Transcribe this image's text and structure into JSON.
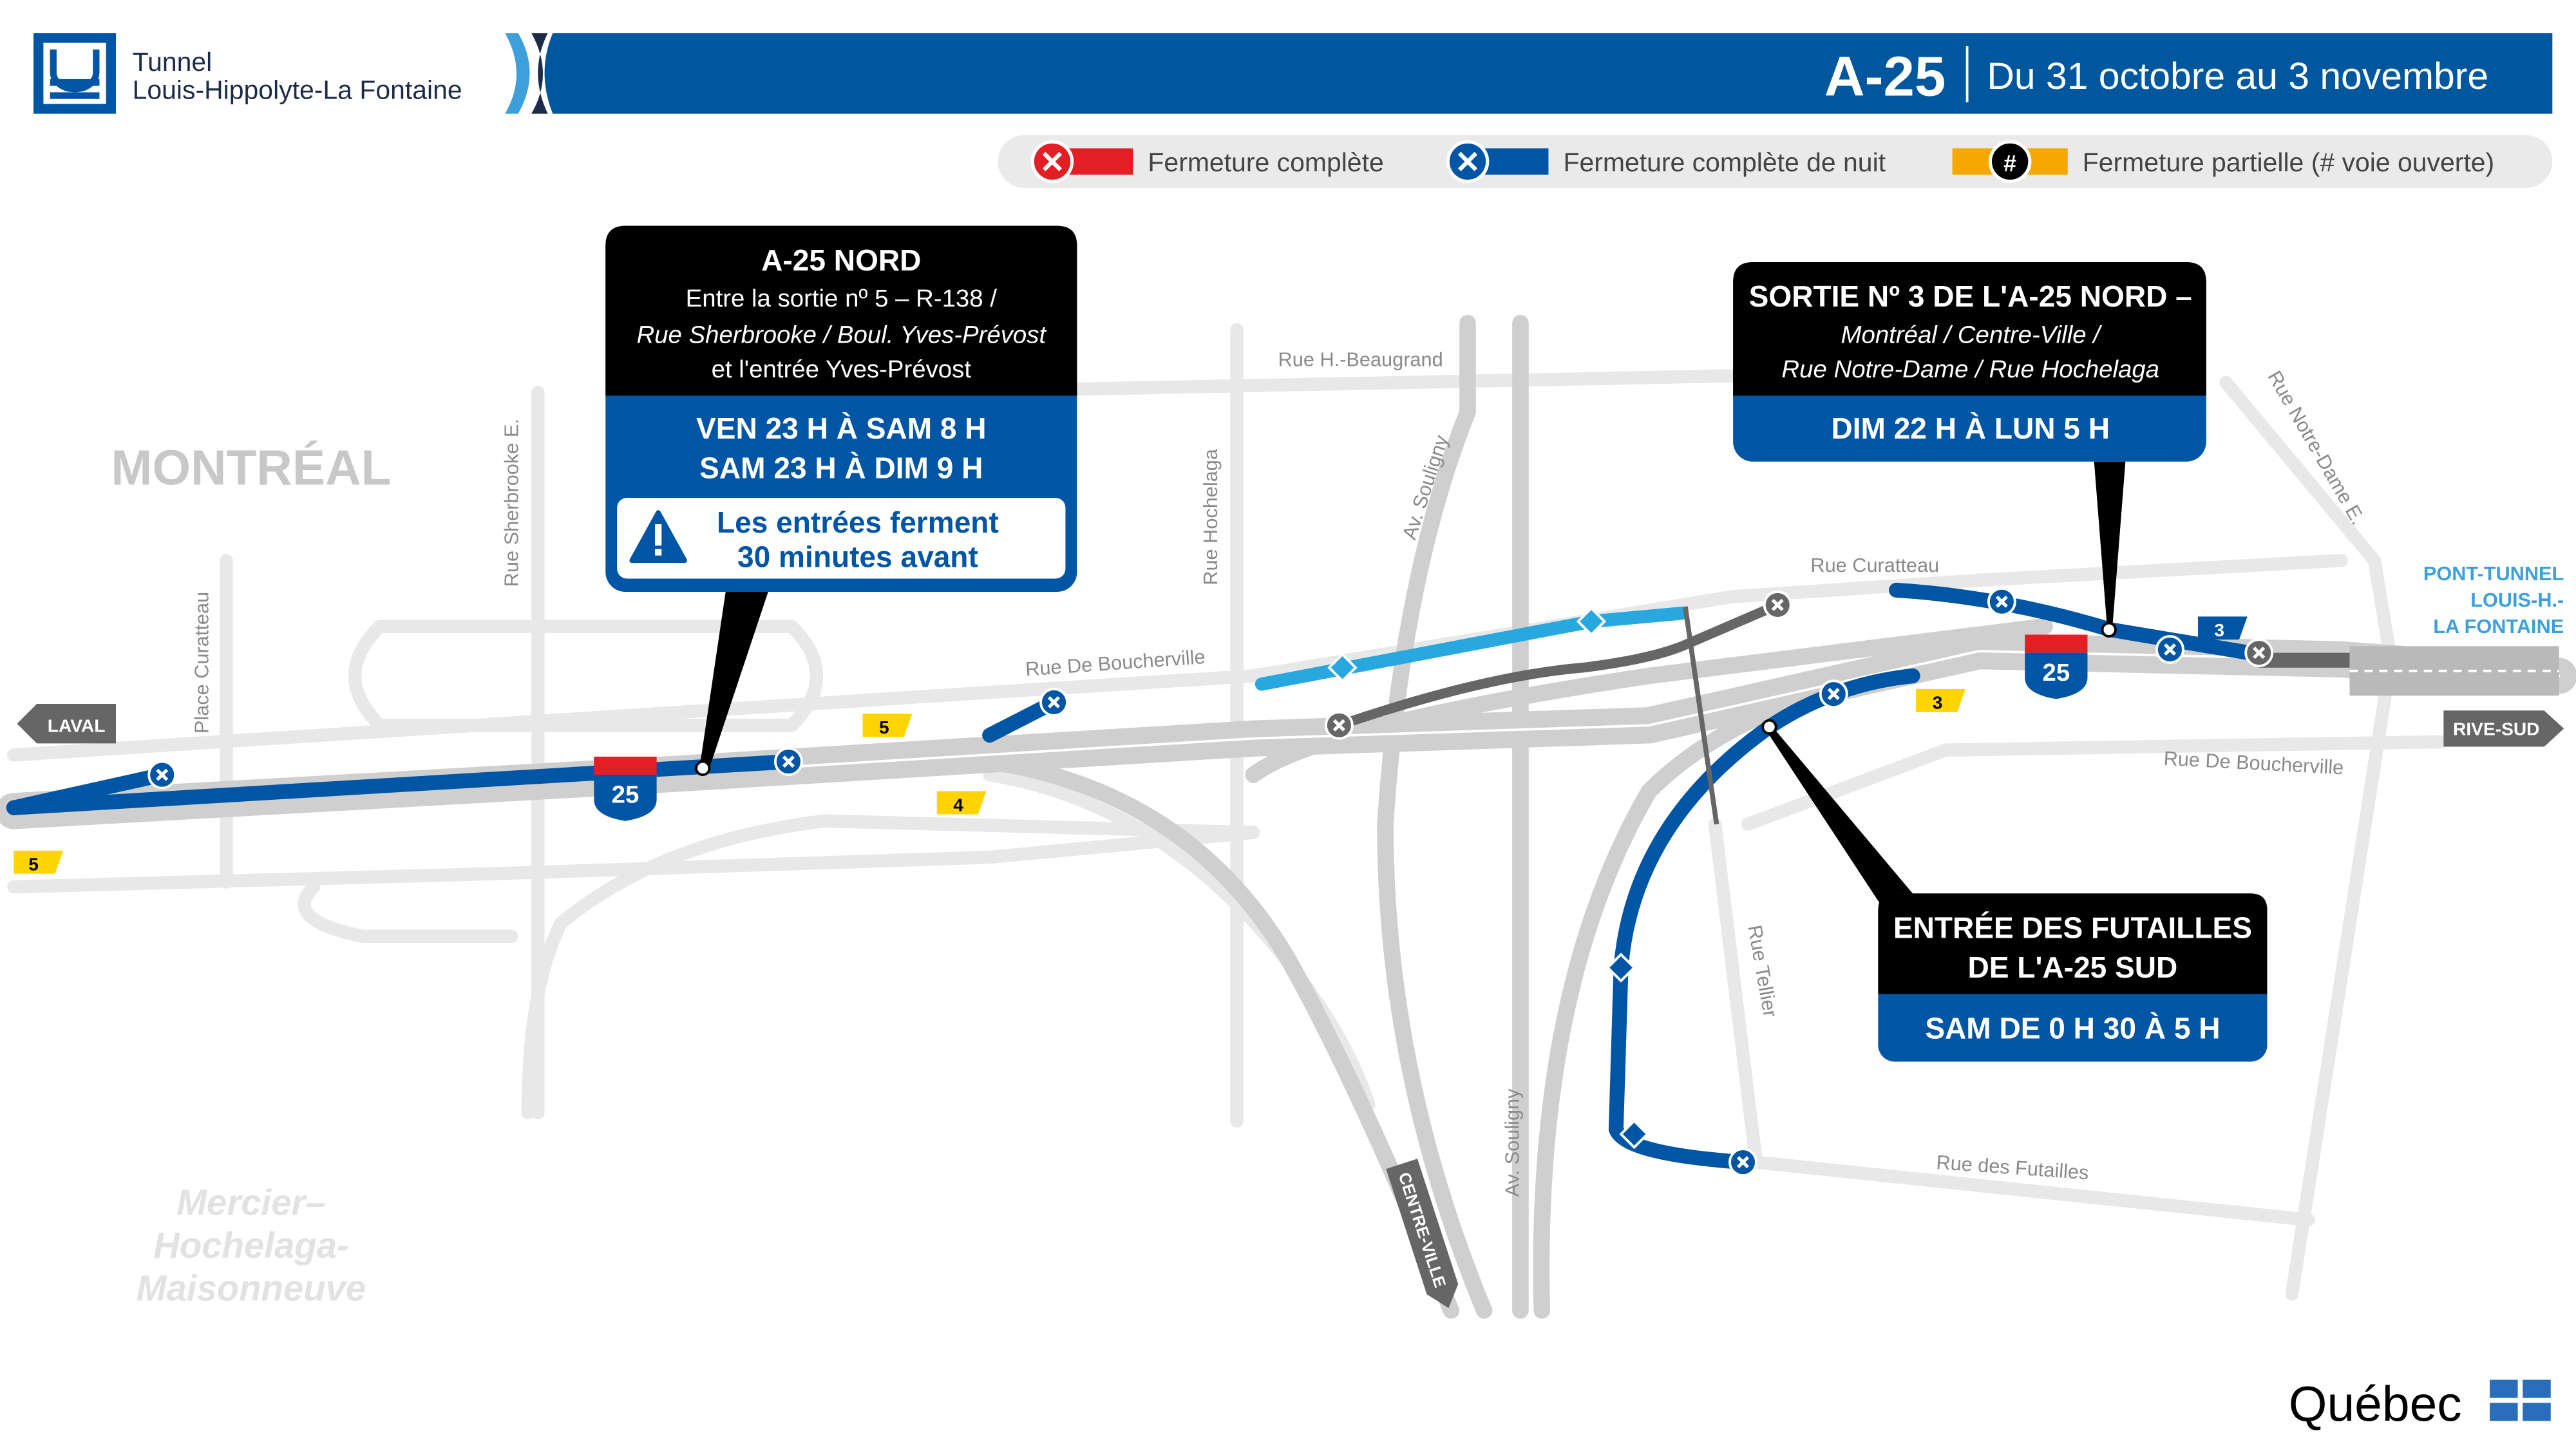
{
  "header": {
    "logo_line1": "Tunnel",
    "logo_line2": "Louis-Hippolyte-La Fontaine",
    "route": "A-25",
    "dates": "Du 31 octobre au 3 novembre"
  },
  "legend": {
    "items": [
      {
        "label": "Fermeture complète",
        "color": "#e31e24",
        "icon": "close-circle-icon"
      },
      {
        "label": "Fermeture complète de nuit",
        "color": "#0055a4",
        "icon": "close-circle-icon"
      },
      {
        "label": "Fermeture partielle (# voie ouverte)",
        "color": "#f7a800",
        "icon": "hash-circle-icon",
        "symbol": "#"
      }
    ]
  },
  "callouts": {
    "a25_nord": {
      "title": "A-25 NORD",
      "line1": "Entre la sortie nº 5 – R-138 /",
      "line2": "Rue Sherbrooke / Boul. Yves-Prévost",
      "line3": "et l'entrée Yves-Prévost",
      "time1": "VEN 23 H À SAM 8 H",
      "time2": "SAM 23 H À DIM 9 H",
      "warning1": "Les entrées ferment",
      "warning2": "30 minutes avant"
    },
    "sortie3": {
      "title": "SORTIE Nº 3 DE L'A-25 NORD –",
      "line1": "Montréal / Centre-Ville /",
      "line2": "Rue Notre-Dame / Rue Hochelaga",
      "time": "DIM 22 H À LUN 5 H"
    },
    "futailles": {
      "title1": "ENTRÉE DES FUTAILLES",
      "title2": "DE L'A-25 SUD",
      "time": "SAM DE 0 H 30 À 5 H"
    }
  },
  "map": {
    "areas": {
      "montreal": "MONTRÉAL",
      "mhm1": "Mercier–",
      "mhm2": "Hochelaga-",
      "mhm3": "Maisonneuve"
    },
    "directions": {
      "laval": "LAVAL",
      "rive_sud": "RIVE-SUD",
      "centre_ville": "CENTRE-VILLE",
      "pont1": "PONT-TUNNEL",
      "pont2": "LOUIS-H.-",
      "pont3": "LA FONTAINE"
    },
    "streets": {
      "beaugrand": "Rue H.-Beaugrand",
      "souligny1": "Av. Souligny",
      "souligny2": "Av. Souligny",
      "hochelaga": "Rue Hochelaga",
      "sherbrooke": "Rue Sherbrooke E.",
      "curatteau_place": "Place Curatteau",
      "boucherville1": "Rue De Boucherville",
      "boucherville2": "Rue De Boucherville",
      "curatteau": "Rue Curatteau",
      "notre_dame": "Rue Notre-Dame E.",
      "tellier": "Rue Tellier",
      "futailles": "Rue des Futailles"
    },
    "exits": {
      "e5a": "5",
      "e4": "4",
      "e3": "3",
      "e5b": "5",
      "e3n": "3"
    },
    "shield": "25",
    "brand": "Québec"
  }
}
